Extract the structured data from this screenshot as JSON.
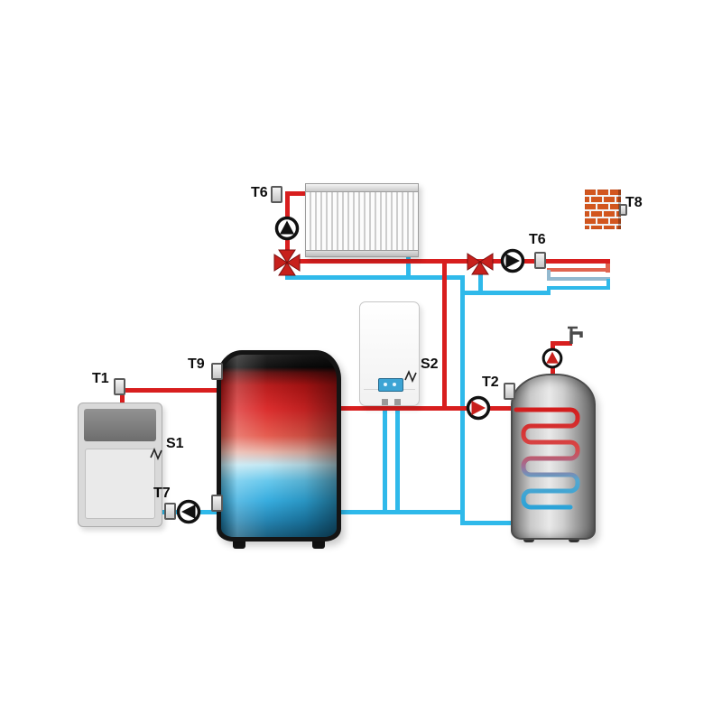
{
  "colors": {
    "hot": "#d81e1e",
    "cold": "#2fb9ea",
    "warm": "#e06550",
    "cool": "#93b9cf"
  },
  "labels": {
    "t1": "T1",
    "t2": "T2",
    "t6_radiator": "T6",
    "t6_floor": "T6",
    "t7": "T7",
    "t8": "T8",
    "t9": "T9",
    "s1": "S1",
    "s2": "S2"
  }
}
